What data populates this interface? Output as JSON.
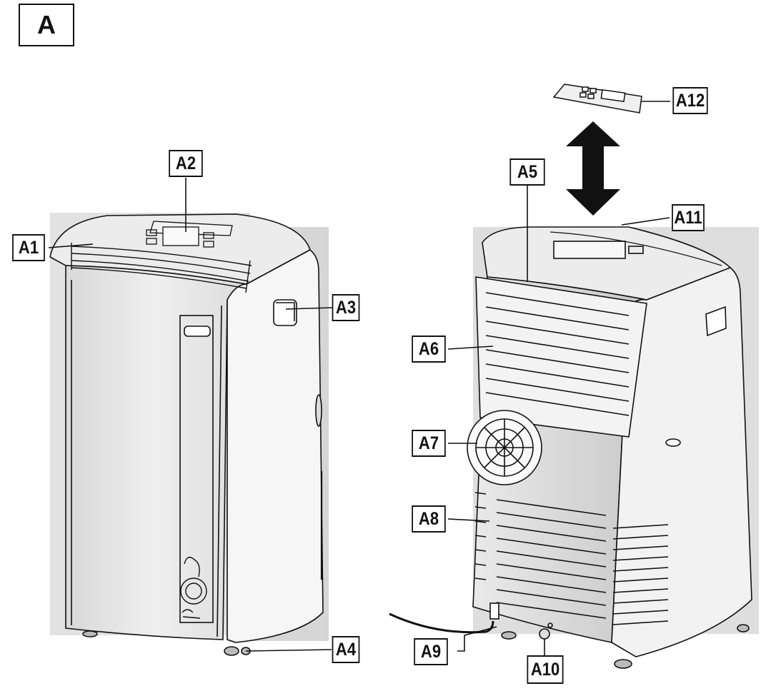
{
  "figure": {
    "label": "A"
  },
  "callouts": {
    "a1": "A1",
    "a2": "A2",
    "a3": "A3",
    "a4": "A4",
    "a5": "A5",
    "a6": "A6",
    "a7": "A7",
    "a8": "A8",
    "a9": "A9",
    "a10": "A10",
    "a11": "A11",
    "a12": "A12"
  },
  "colors": {
    "line": "#111111",
    "shade": "#e4e4e4",
    "shade_dark": "#cfcfcf",
    "body": "#f4f4f4"
  }
}
